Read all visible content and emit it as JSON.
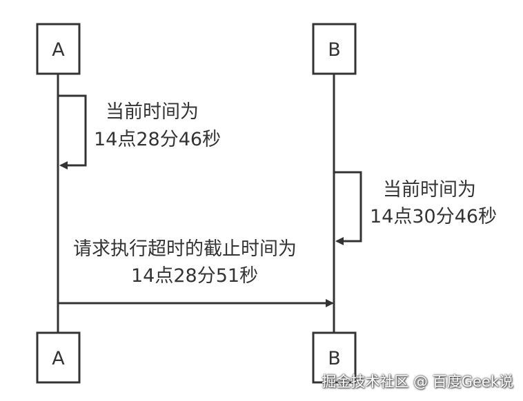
{
  "actors": {
    "a_top": "A",
    "b_top": "B",
    "a_bottom": "A",
    "b_bottom": "B"
  },
  "notes": {
    "a_self": {
      "line1": "当前时间为",
      "line2": "14点28分46秒"
    },
    "b_self": {
      "line1": "当前时间为",
      "line2": "14点30分46秒"
    },
    "request": {
      "line1": "请求执行超时的截止时间为",
      "line2": "14点28分51秒"
    }
  },
  "watermark": "掘金技术社区 @ 百度Geek说"
}
